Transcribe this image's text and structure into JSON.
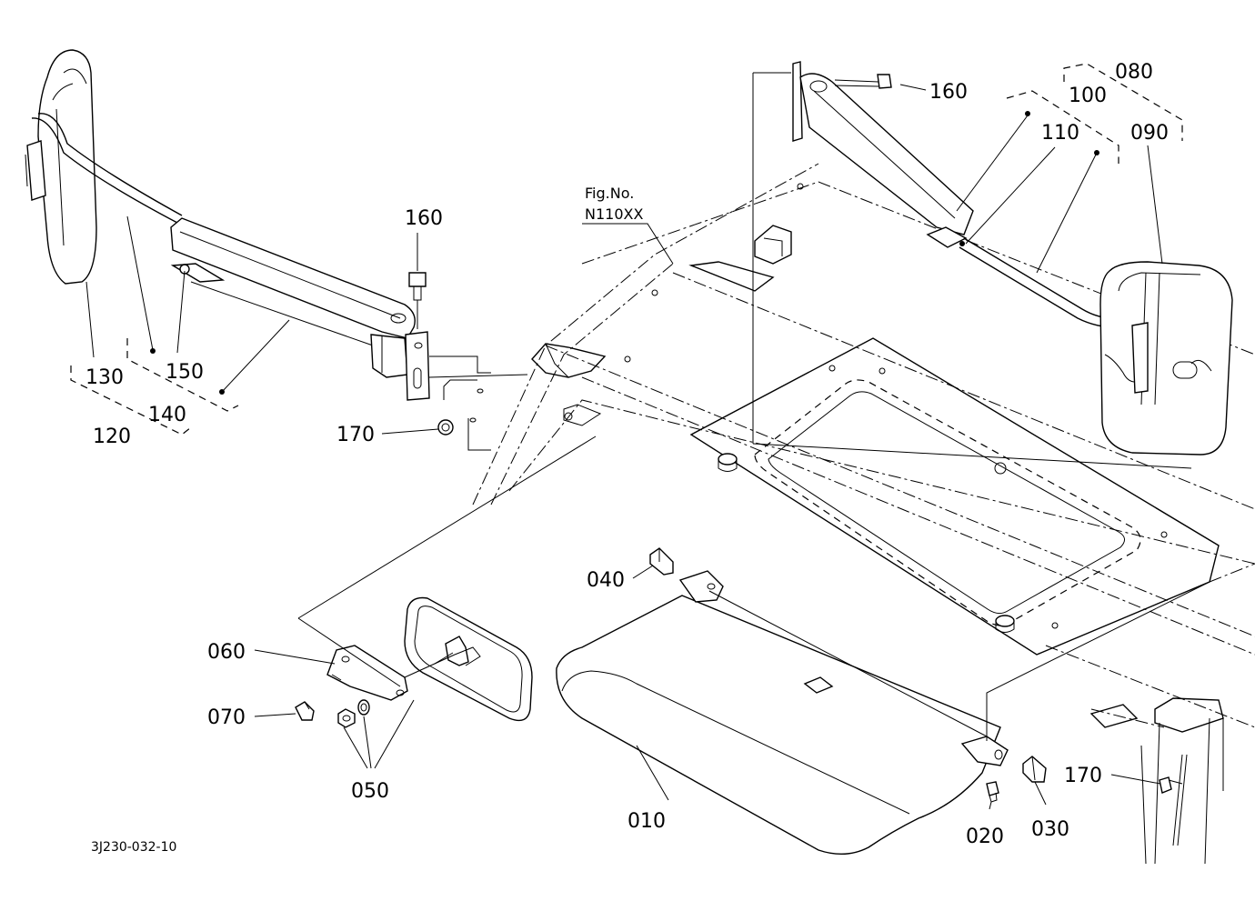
{
  "figure": {
    "drawing_code": "3J230-032-10",
    "reference_fig": {
      "line1": "Fig.No.",
      "line2": "N110XX"
    }
  },
  "callouts": {
    "p010": "010",
    "p020": "020",
    "p030": "030",
    "p040": "040",
    "p050": "050",
    "p060": "060",
    "p070": "070",
    "p080": "080",
    "p090": "090",
    "p100": "100",
    "p110": "110",
    "p120": "120",
    "p130": "130",
    "p140": "140",
    "p150": "150",
    "p160_left": "160",
    "p160_right": "160",
    "p170_left": "170",
    "p170_right": "170"
  }
}
